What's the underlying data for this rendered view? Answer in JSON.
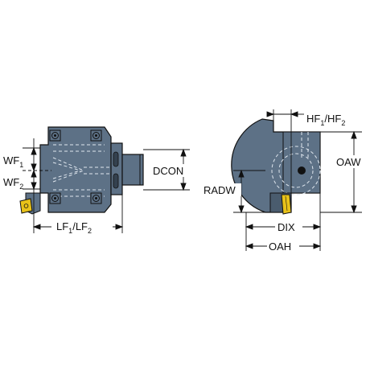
{
  "colors": {
    "body": "#5d7186",
    "body_dark": "#4a5c6e",
    "insert": "#e8c21a",
    "line": "#111111",
    "background": "#ffffff"
  },
  "labels": {
    "wf1": {
      "base": "WF",
      "sub": "1"
    },
    "wf2": {
      "base": "WF",
      "sub": "2"
    },
    "lf": {
      "base1": "LF",
      "sub1": "1",
      "sep": "/",
      "base2": "LF",
      "sub2": "2"
    },
    "dcon": "DCON",
    "hf": {
      "base1": "HF",
      "sub1": "1",
      "sep": "/",
      "base2": "HF",
      "sub2": "2"
    },
    "oaw": "OAW",
    "radw": "RADW",
    "dix": "DIX",
    "oah": "OAH"
  },
  "icons": [
    "screw-icon",
    "insert-icon",
    "coolant-channel-icon"
  ]
}
